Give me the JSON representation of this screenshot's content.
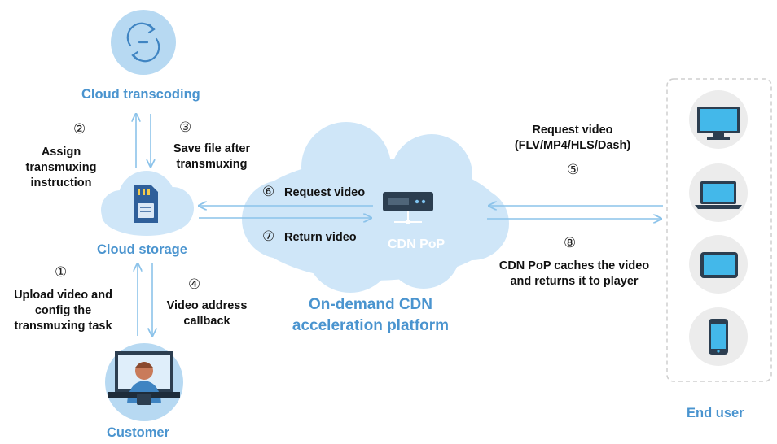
{
  "nodes": {
    "cloud_transcoding": "Cloud transcoding",
    "cloud_storage": "Cloud storage",
    "customer": "Customer",
    "cdn_pop": "CDN PoP",
    "platform_line1": "On-demand CDN",
    "platform_line2": "acceleration platform",
    "end_user": "End user"
  },
  "steps": [
    {
      "num": "②",
      "lines": [
        "Assign",
        "transmuxing",
        "instruction"
      ]
    },
    {
      "num": "③",
      "lines": [
        "Save file after",
        "transmuxing"
      ]
    },
    {
      "num": "①",
      "lines": [
        "Upload video and",
        "config the",
        "transmuxing task"
      ]
    },
    {
      "num": "④",
      "lines": [
        "Video address",
        "callback"
      ]
    },
    {
      "num": "⑥",
      "lines": [
        "Request video"
      ]
    },
    {
      "num": "⑦",
      "lines": [
        "Return video"
      ]
    },
    {
      "num": "⑤",
      "lines": [
        "Request video",
        "(FLV/MP4/HLS/Dash)"
      ]
    },
    {
      "num": "⑧",
      "lines": [
        "CDN PoP caches the video",
        "and returns it to player"
      ]
    }
  ],
  "icons": {
    "transcoding": "sync-icon",
    "storage": "sd-card-icon",
    "customer": "person-at-computer-icon",
    "cdn": "server-icon",
    "devices": [
      "monitor-icon",
      "laptop-icon",
      "tablet-icon",
      "phone-icon"
    ]
  },
  "colors": {
    "accent": "#4a94cf",
    "arrow": "#8cc3ea",
    "cloud": "#cfe6f8",
    "icon_circle": "#b7d9f2",
    "device_circle": "#ececec",
    "dashed_border": "#cfcfcf"
  }
}
